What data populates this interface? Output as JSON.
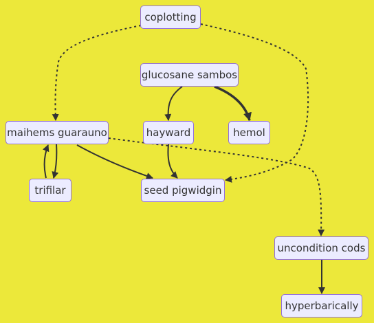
{
  "nodes": {
    "coplotting": "coplotting",
    "glucosane_sambos": "glucosane sambos",
    "maihems_guarauno": "maihems guarauno",
    "hayward": "hayward",
    "hemol": "hemol",
    "trifilar": "trifilar",
    "seed_pigwidgin": "seed pigwidgin",
    "uncondition_cods": "uncondition cods",
    "hyperbarically": "hyperbarically"
  },
  "edges": [
    {
      "from": "coplotting",
      "to": "maihems guarauno",
      "style": "dotted"
    },
    {
      "from": "coplotting",
      "to": "seed pigwidgin",
      "style": "dotted"
    },
    {
      "from": "glucosane sambos",
      "to": "hayward",
      "style": "solid"
    },
    {
      "from": "glucosane sambos",
      "to": "hemol",
      "style": "thick"
    },
    {
      "from": "maihems guarauno",
      "to": "trifilar",
      "style": "solid"
    },
    {
      "from": "trifilar",
      "to": "maihems guarauno",
      "style": "solid"
    },
    {
      "from": "maihems guarauno",
      "to": "seed pigwidgin",
      "style": "solid"
    },
    {
      "from": "hayward",
      "to": "seed pigwidgin",
      "style": "solid"
    },
    {
      "from": "maihems guarauno",
      "to": "uncondition cods",
      "style": "dotted"
    },
    {
      "from": "uncondition cods",
      "to": "hyperbarically",
      "style": "solid"
    }
  ],
  "colors": {
    "background": "#ECE83A",
    "node_fill": "#ECECFF",
    "node_border": "#9370DB",
    "edge": "#333333",
    "text": "#333333"
  }
}
